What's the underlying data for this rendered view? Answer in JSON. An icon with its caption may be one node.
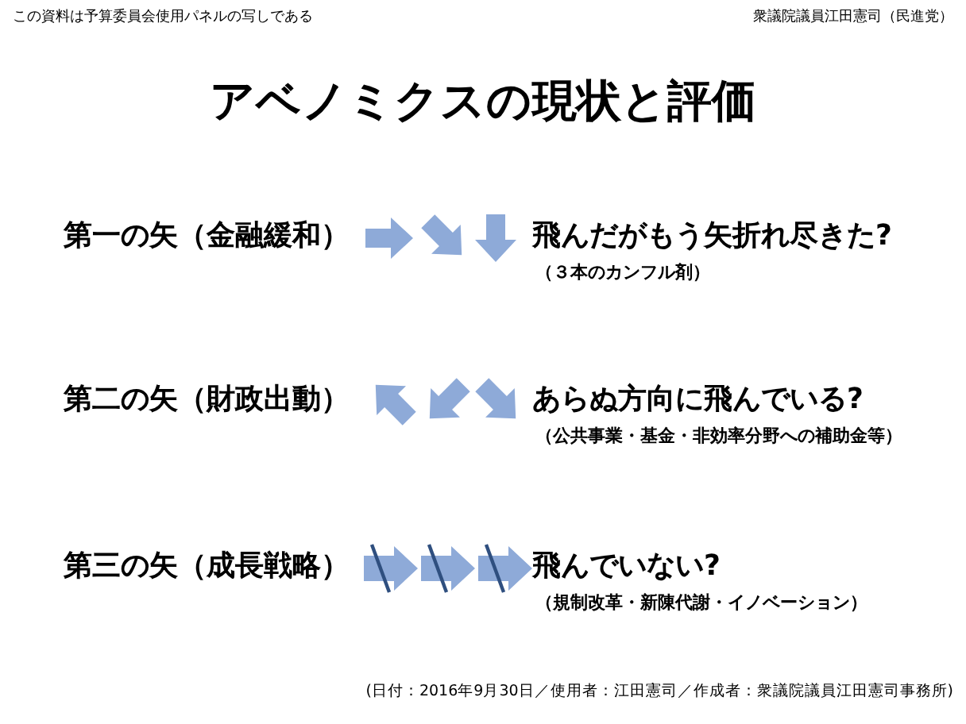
{
  "diagram": {
    "title": "アベノミクスの現状と評価",
    "labels": [
      "この資料は予算委員会使用パネルの写しである",
      "衆議院議員江田憲司（民進党）",
      "第一の矢（金融緩和）",
      "飛んだがもう矢折れ尽きた?",
      "（３本のカンフル剤）",
      "第二の矢（財政出動）",
      "あらぬ方向に飛んでいる?",
      "（公共事業・基金・非効率分野への補助金等）",
      "第三の矢（成長戦略）",
      "飛んでいない?",
      "（規制改革・新陳代謝・イノベーション）",
      "(日付：2016年9月30日／使用者：江田憲司／作成者：衆議院議員江田憲司事務所)"
    ]
  }
}
